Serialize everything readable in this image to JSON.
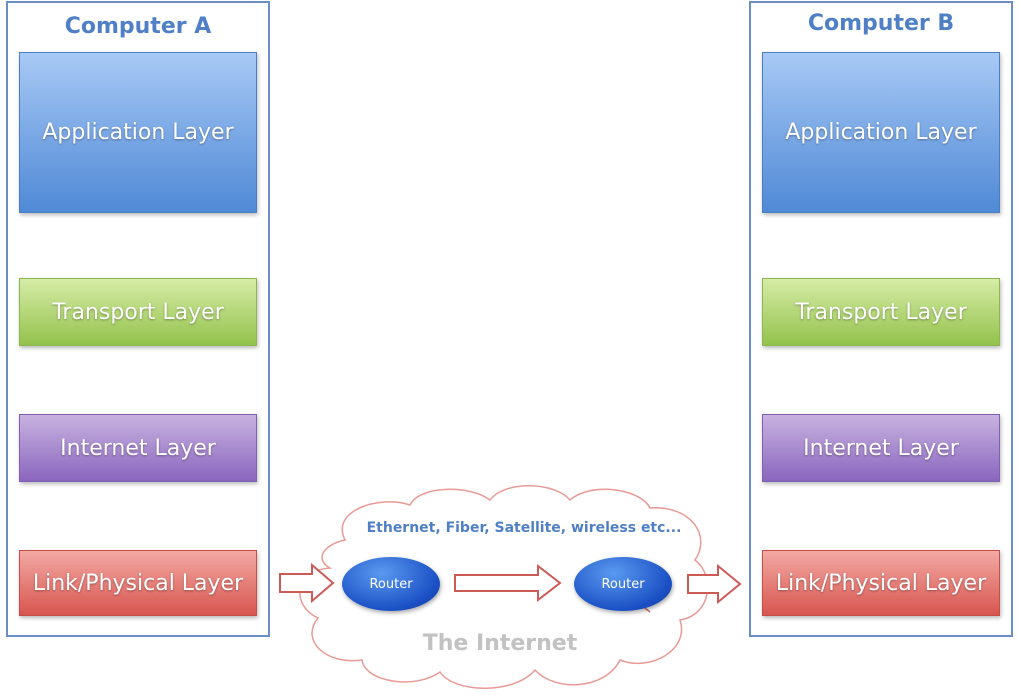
{
  "computer_a": {
    "title": "Computer A",
    "layers": [
      "Application Layer",
      "Transport Layer",
      "Internet Layer",
      "Link/Physical Layer"
    ]
  },
  "computer_b": {
    "title": "Computer B",
    "layers": [
      "Application Layer",
      "Transport Layer",
      "Internet Layer",
      "Link/Physical Layer"
    ]
  },
  "internet": {
    "caption": "Ethernet, Fiber, Satellite, wireless etc...",
    "label": "The Internet",
    "routers": [
      "Router",
      "Router"
    ]
  },
  "colors": {
    "title_blue": "#4f7fc5",
    "application": "#4f89d6",
    "transport": "#93c24c",
    "internet": "#8a66be",
    "link": "#d85650",
    "arrow_stroke": "#cc5a55",
    "cloud_stroke": "#e89a96"
  }
}
